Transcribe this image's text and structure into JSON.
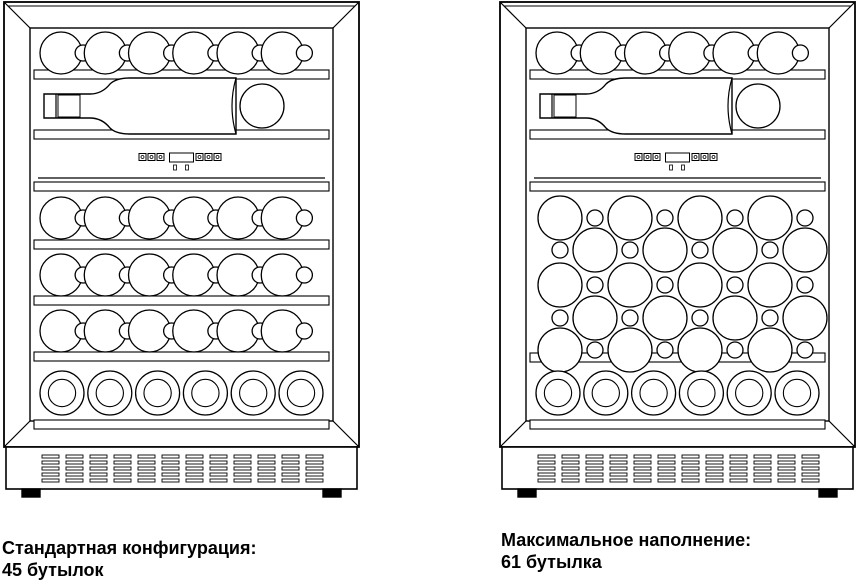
{
  "diagrams": [
    {
      "id": "standard",
      "caption_line1": "Стандартная конфигурация:",
      "caption_line2": "45 бутылок",
      "rows": [
        "mixed",
        "bottle",
        "panel",
        "mixed",
        "mixed",
        "mixed",
        "bottoms"
      ]
    },
    {
      "id": "maximum",
      "caption_line1": "Максимальное наполнение:",
      "caption_line2": "61 бутылка",
      "rows": [
        "mixed",
        "bottle",
        "panel",
        "stack",
        "bottoms"
      ]
    }
  ],
  "colors": {
    "line": "#000000",
    "background": "#ffffff"
  }
}
